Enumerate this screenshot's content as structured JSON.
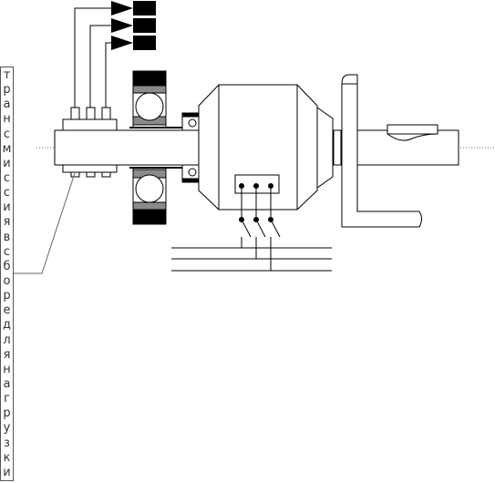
{
  "label": {
    "text": "трансмиссиявсборедлянагрузки"
  },
  "colors": {
    "line": "#000000",
    "fill_dark": "#000000",
    "fill_gray": "#8a8a8a",
    "leader": "#666666",
    "axis": "#777777"
  },
  "icons": {
    "arrows": "three black arrow indicators",
    "terminal_dots": "three terminal connection points"
  }
}
